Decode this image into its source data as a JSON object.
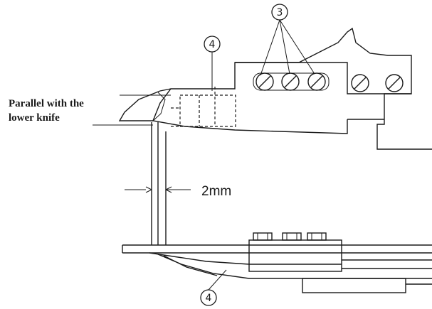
{
  "labels": {
    "parallel_line1": "Parallel with the",
    "parallel_line2": "lower knife",
    "gap": "2mm",
    "callout_top_screws": "3",
    "callout_upper_knife": "4",
    "callout_lower_knife": "4"
  },
  "colors": {
    "ink": "#1a1a1a",
    "paper": "#ffffff"
  }
}
